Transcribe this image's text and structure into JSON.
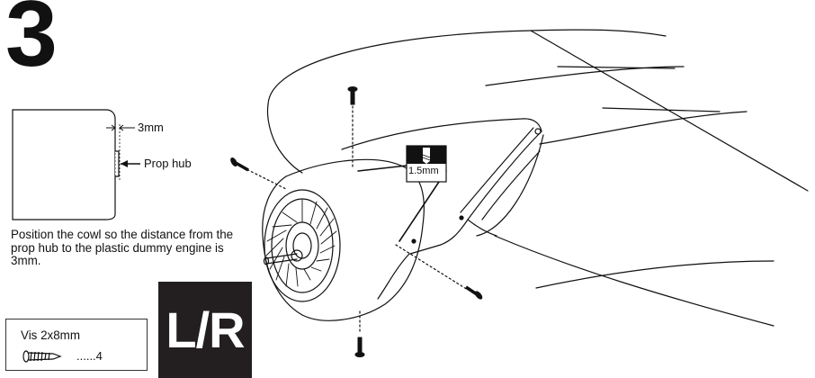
{
  "step": {
    "number": "3"
  },
  "detail": {
    "gap_label": "3mm",
    "hub_label": "Prop hub"
  },
  "instruction": {
    "text": "Position the cowl so the distance from the prop hub to the plastic dummy engine is 3mm."
  },
  "drill": {
    "size_label": "1.5mm",
    "icon": "drill-bit-icon"
  },
  "parts": {
    "name": "Vis 2x8mm",
    "quantity": "......4",
    "icon": "screw-icon"
  },
  "badge": {
    "text": "L/R"
  },
  "colors": {
    "ink": "#111111",
    "badge_background": "#231f20",
    "badge_text": "#ffffff"
  }
}
